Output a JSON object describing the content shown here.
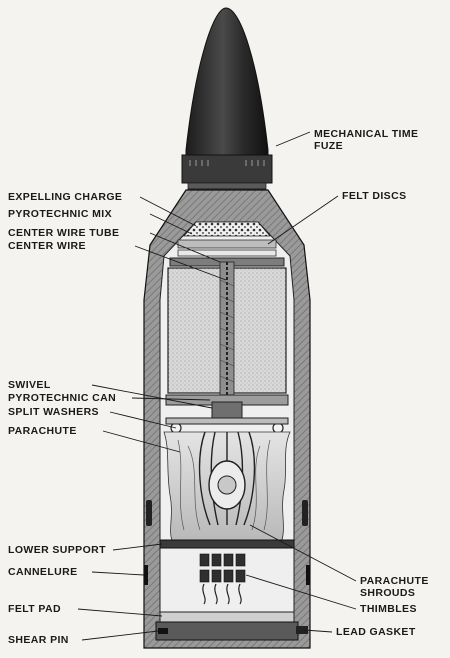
{
  "labels": {
    "mechanical_time_fuze": [
      "MECHANICAL TIME",
      "FUZE"
    ],
    "expelling_charge": "EXPELLING CHARGE",
    "pyrotechnic_mix": "PYROTECHNIC MIX",
    "center_wire_tube": "CENTER WIRE TUBE",
    "center_wire": "CENTER WIRE",
    "felt_discs": "FELT DISCS",
    "swivel": "SWIVEL",
    "pyrotechnic_can": "PYROTECHNIC CAN",
    "split_washers": "SPLIT WASHERS",
    "parachute": "PARACHUTE",
    "lower_support": "LOWER SUPPORT",
    "cannelure": "CANNELURE",
    "felt_pad": "FELT PAD",
    "shear_pin": "SHEAR PIN",
    "parachute_shrouds": [
      "PARACHUTE",
      "SHROUDS"
    ],
    "thimbles": "THIMBLES",
    "lead_gasket": "LEAD GASKET"
  },
  "colors": {
    "ink": "#1a1a1a",
    "paper": "#f4f3ef",
    "fuze": "#2b2b2b",
    "shell_wall": "#8c8c8c",
    "filler": "#d6d6d6"
  }
}
